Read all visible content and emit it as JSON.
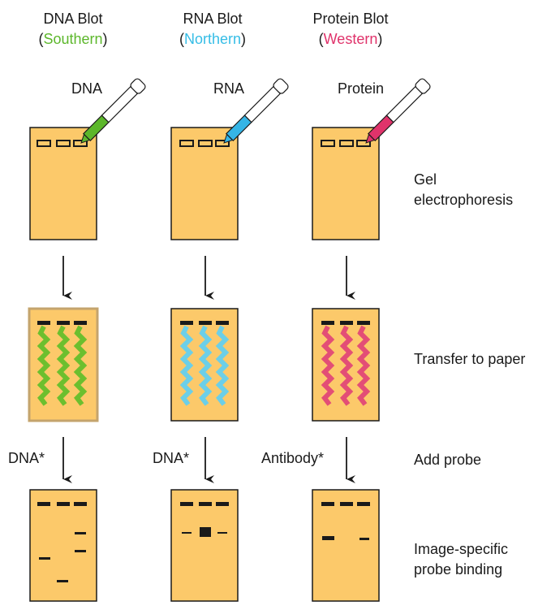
{
  "columns": [
    {
      "id": "dna",
      "title": "DNA Blot",
      "subtitle": "Southern",
      "subtitle_color": "#5cb72b",
      "sample_label": "DNA",
      "probe_label": "DNA*",
      "stain_color": "#6cbf2e",
      "pipette_color": "#5cb72b"
    },
    {
      "id": "rna",
      "title": "RNA Blot",
      "subtitle": "Northern",
      "subtitle_color": "#35bde6",
      "sample_label": "RNA",
      "probe_label": "DNA*",
      "stain_color": "#6ccfe8",
      "pipette_color": "#35b5e6"
    },
    {
      "id": "protein",
      "title": "Protein Blot",
      "subtitle": "Western",
      "subtitle_color": "#e0336b",
      "sample_label": "Protein",
      "probe_label": "Antibody*",
      "stain_color": "#e34e76",
      "pipette_color": "#e0336b"
    }
  ],
  "steps": {
    "gel": [
      "Gel",
      "electrophoresis"
    ],
    "transfer": "Transfer to paper",
    "probe": "Add probe",
    "binding": [
      "Image-specific",
      "probe binding"
    ]
  },
  "colors": {
    "gel": "#fcc96a",
    "outline": "#1a1a1a",
    "paper_border": "#c4a46d"
  },
  "paren_open": "(",
  "paren_close": ")"
}
